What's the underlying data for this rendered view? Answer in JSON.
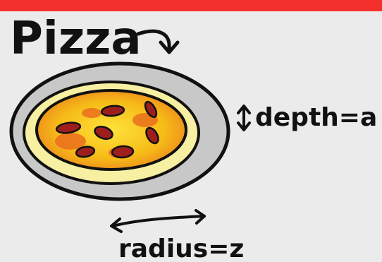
{
  "title": "Pizza",
  "depth_label": "depth=a",
  "radius_label": "radius=z",
  "colors": {
    "top_bar": "#f4302c",
    "background": "#ebebeb",
    "plate": "#c8c8c8",
    "crust": "#f7f0a2",
    "cheese": "#f4c21a",
    "sauce": "#e8641e",
    "pepperoni": "#9e1e1e",
    "ink": "#111111"
  },
  "icons": [
    "curved-arrow-icon",
    "vertical-double-arrow-icon",
    "horizontal-double-arrow-icon"
  ]
}
